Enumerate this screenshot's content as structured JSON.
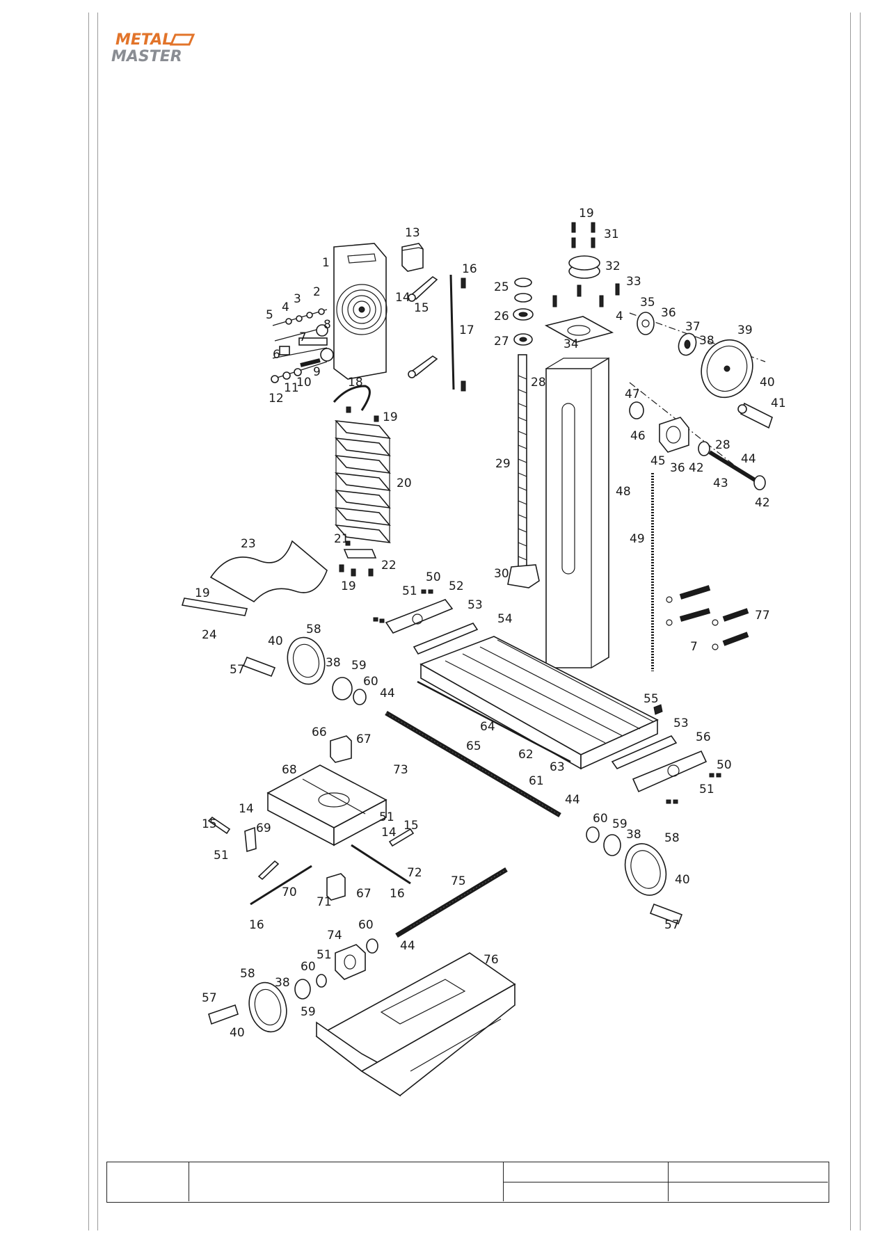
{
  "logo": {
    "line1": "METAL",
    "line2": "MASTER"
  },
  "diagram": {
    "part_labels": {
      "p1": "1",
      "p2": "2",
      "p3": "3",
      "p4a": "4",
      "p4b": "4",
      "p5": "5",
      "p6": "6",
      "p7a": "7",
      "p7b": "7",
      "p8": "8",
      "p9": "9",
      "p10": "10",
      "p11": "11",
      "p12": "12",
      "p13": "13",
      "p14a": "14",
      "p14b": "14",
      "p14c": "14",
      "p15a": "15",
      "p15b": "15",
      "p15c": "15",
      "p16a": "16",
      "p16b": "16",
      "p16c": "16",
      "p17": "17",
      "p18": "18",
      "p19a": "19",
      "p19b": "19",
      "p19c": "19",
      "p19d": "19",
      "p20": "20",
      "p21": "21",
      "p22": "22",
      "p23": "23",
      "p24": "24",
      "p25": "25",
      "p26": "26",
      "p27": "27",
      "p28a": "28",
      "p28b": "28",
      "p29": "29",
      "p30": "30",
      "p31": "31",
      "p32": "32",
      "p33": "33",
      "p34": "34",
      "p35": "35",
      "p36a": "36",
      "p36b": "36",
      "p37": "37",
      "p38a": "38",
      "p38b": "38",
      "p38c": "38",
      "p38d": "38",
      "p39": "39",
      "p40a": "40",
      "p40b": "40",
      "p40c": "40",
      "p40d": "40",
      "p41": "41",
      "p42a": "42",
      "p42b": "42",
      "p43": "43",
      "p44a": "44",
      "p44b": "44",
      "p44c": "44",
      "p44d": "44",
      "p45": "45",
      "p46": "46",
      "p47": "47",
      "p48": "48",
      "p49": "49",
      "p50a": "50",
      "p50b": "50",
      "p51a": "51",
      "p51b": "51",
      "p51c": "51",
      "p51d": "51",
      "p51e": "51",
      "p52": "52",
      "p53a": "53",
      "p53b": "53",
      "p54": "54",
      "p55": "55",
      "p56": "56",
      "p57a": "57",
      "p57b": "57",
      "p57c": "57",
      "p58a": "58",
      "p58b": "58",
      "p58c": "58",
      "p59a": "59",
      "p59b": "59",
      "p59c": "59",
      "p60a": "60",
      "p60b": "60",
      "p60c": "60",
      "p60d": "60",
      "p61": "61",
      "p62": "62",
      "p63": "63",
      "p64": "64",
      "p65": "65",
      "p66": "66",
      "p67a": "67",
      "p67b": "67",
      "p68": "68",
      "p69": "69",
      "p70": "70",
      "p71": "71",
      "p72": "72",
      "p73": "73",
      "p74": "74",
      "p75": "75",
      "p76": "76",
      "p77": "77"
    }
  },
  "title_block": {
    "cell1": "",
    "cell2": "",
    "cell3_top": "",
    "cell3_bottom": "",
    "cell4_top": "",
    "cell4_bottom": ""
  },
  "colors": {
    "logo_orange": "#e2742a",
    "logo_grey": "#8a8d93",
    "line": "#1a1a1a"
  }
}
